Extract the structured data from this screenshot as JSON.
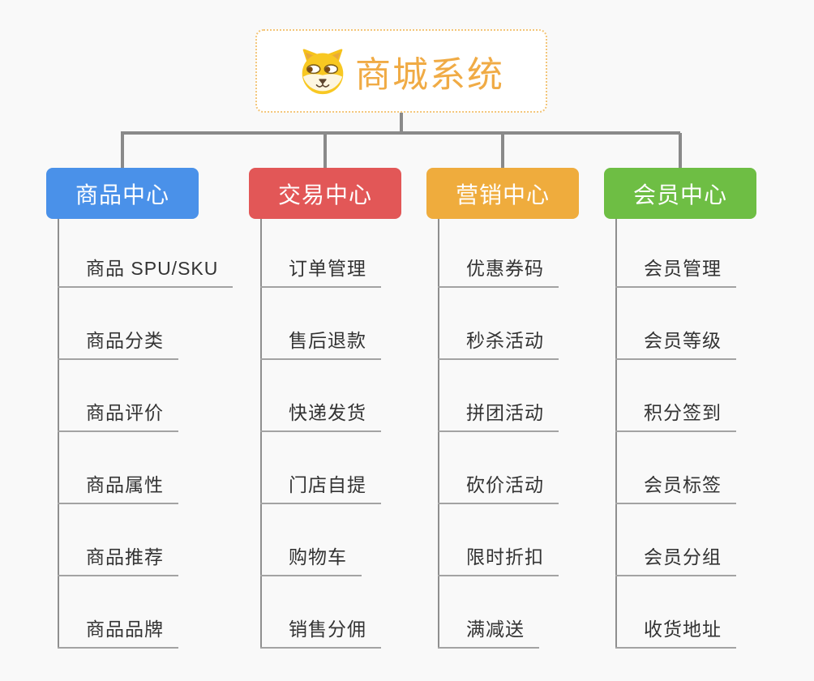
{
  "page": {
    "background_color": "#f9f9f9",
    "connector_color": "#8a8a8a",
    "leaf_text_color": "#333333",
    "leaf_underline_color": "#a3a3a3"
  },
  "root": {
    "title": "商城系统",
    "icon": "dog-face-icon",
    "text_color": "#f0ab45",
    "border_color": "#f3c578",
    "fill_color": "#ffffff"
  },
  "branches": [
    {
      "label": "商品中心",
      "color": "#4a91e9",
      "children": [
        "商品 SPU/SKU",
        "商品分类",
        "商品评价",
        "商品属性",
        "商品推荐",
        "商品品牌"
      ]
    },
    {
      "label": "交易中心",
      "color": "#e25757",
      "children": [
        "订单管理",
        "售后退款",
        "快递发货",
        "门店自提",
        "购物车",
        "销售分佣"
      ]
    },
    {
      "label": "营销中心",
      "color": "#efac3d",
      "children": [
        "优惠券码",
        "秒杀活动",
        "拼团活动",
        "砍价活动",
        "限时折扣",
        "满减送"
      ]
    },
    {
      "label": "会员中心",
      "color": "#6ebe44",
      "children": [
        "会员管理",
        "会员等级",
        "积分签到",
        "会员标签",
        "会员分组",
        "收货地址"
      ]
    }
  ]
}
